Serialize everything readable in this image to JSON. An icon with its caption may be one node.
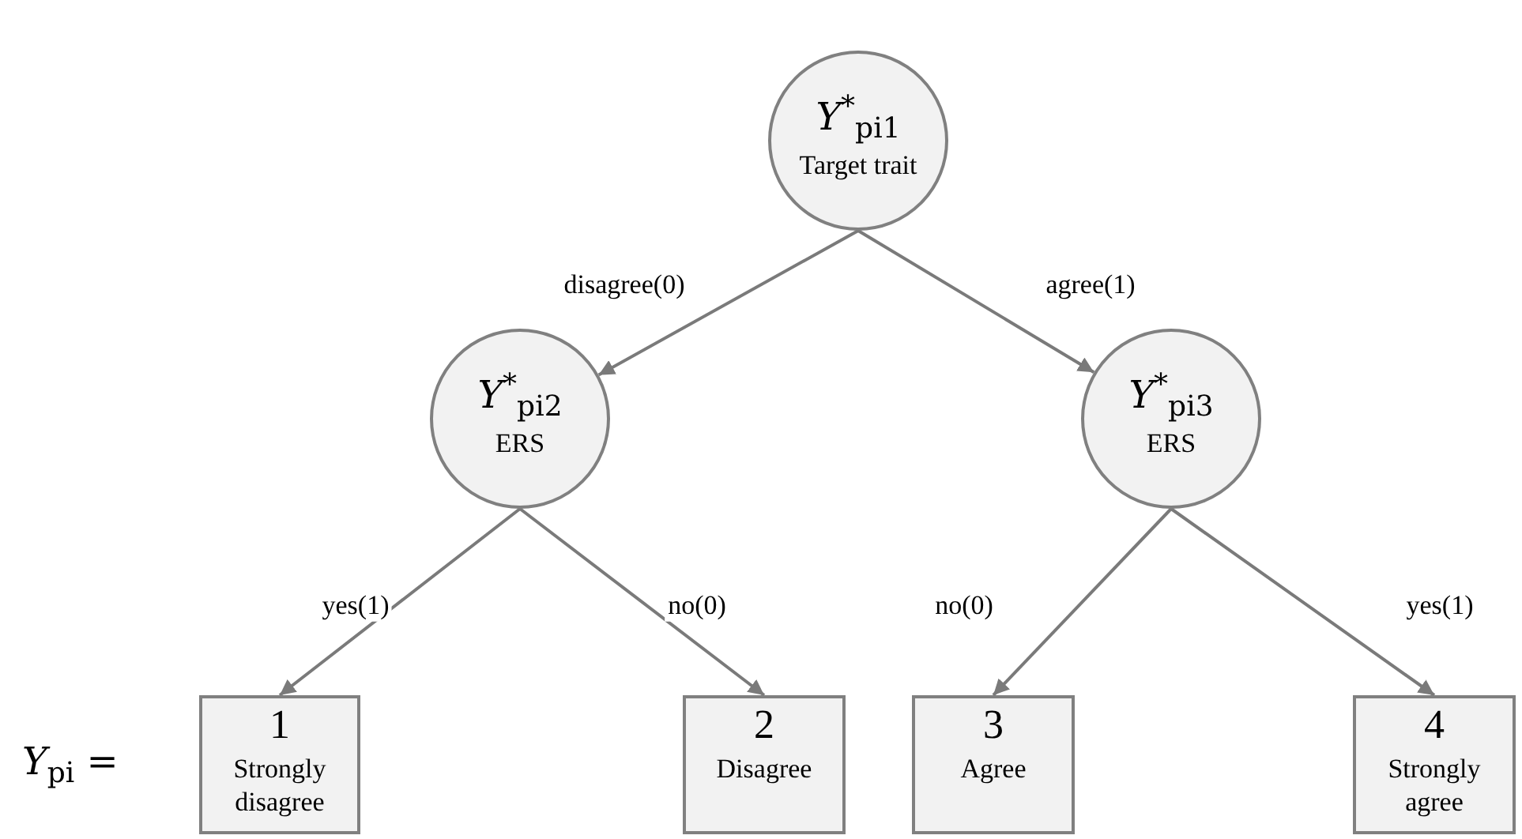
{
  "diagram": {
    "nodes": [
      {
        "text": [
          "*Y*$^{*}$$_{pi1}$",
          "Target trait"
        ]
      },
      {
        "text": [
          "*Y*$^{*}$$_{pi2}$",
          "ERS"
        ]
      },
      {
        "text": [
          "*Y*$^{*}$$_{pi3}$",
          "ERS"
        ]
      },
      {
        "text": [
          "1",
          "Strongly disagree"
        ]
      },
      {
        "text": [
          "2",
          "Disagree"
        ]
      },
      {
        "text": [
          "3",
          "Agree"
        ]
      },
      {
        "text": [
          "4",
          "Strongly agree"
        ]
      }
    ],
    "edges": [
      {
        "from": 0,
        "to": 1,
        "arrow": "to",
        "label": "disagree(0)"
      },
      {
        "from": 0,
        "to": 2,
        "arrow": "to",
        "label": "agree(1)"
      },
      {
        "from": 1,
        "to": 3,
        "arrow": "to",
        "label": "yes(1)"
      },
      {
        "from": 1,
        "to": 4,
        "arrow": "to",
        "label": "no(0)"
      },
      {
        "from": 2,
        "to": 5,
        "arrow": "to",
        "label": "no(0)"
      },
      {
        "from": 2,
        "to": 6,
        "arrow": "to",
        "label": "yes(1)"
      }
    ],
    "labels": [
      "*Y*$_{pi}$ ="
    ]
  }
}
